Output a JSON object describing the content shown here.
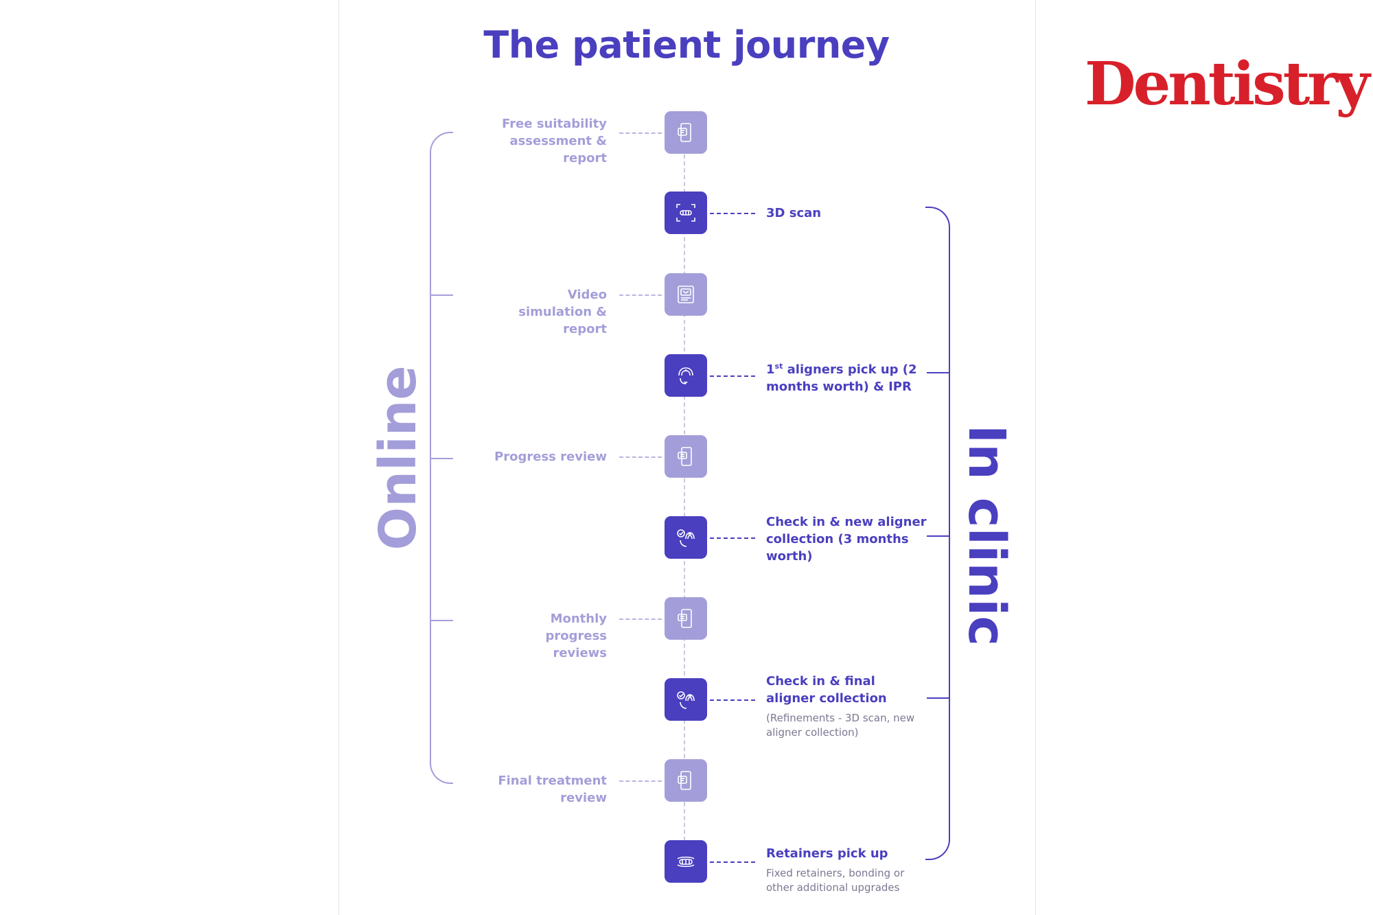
{
  "header": {
    "title": "The patient journey",
    "brand_logo": "Dentistry"
  },
  "colors": {
    "online": "#a39ed9",
    "clinic": "#4a3fbf",
    "brand": "#d8202a"
  },
  "groups": {
    "online_label": "Online",
    "clinic_label": "In clinic"
  },
  "steps": [
    {
      "group": "online",
      "icon": "phone-report-icon",
      "label": "Free suitability assessment & report"
    },
    {
      "group": "clinic",
      "icon": "3d-scan-icon",
      "label": "3D scan"
    },
    {
      "group": "online",
      "icon": "video-report-icon",
      "label": "Video simulation & report"
    },
    {
      "group": "clinic",
      "icon": "aligner-icon",
      "label_prefix": "1",
      "label_sup": "st",
      "label": "aligners pick up (2 months worth) & IPR"
    },
    {
      "group": "online",
      "icon": "phone-chat-icon",
      "label": "Progress review"
    },
    {
      "group": "clinic",
      "icon": "aligner-check-icon",
      "label": "Check in & new aligner collection (3 months worth)"
    },
    {
      "group": "online",
      "icon": "phone-chat-icon",
      "label": "Monthly progress reviews"
    },
    {
      "group": "clinic",
      "icon": "aligner-check-icon",
      "label": "Check in & final aligner collection",
      "note": "(Refinements - 3D scan, new aligner collection)"
    },
    {
      "group": "online",
      "icon": "phone-report-icon",
      "label": "Final treatment review"
    },
    {
      "group": "clinic",
      "icon": "retainer-icon",
      "label": "Retainers pick up",
      "note": "Fixed retainers, bonding or other additional upgrades"
    }
  ]
}
